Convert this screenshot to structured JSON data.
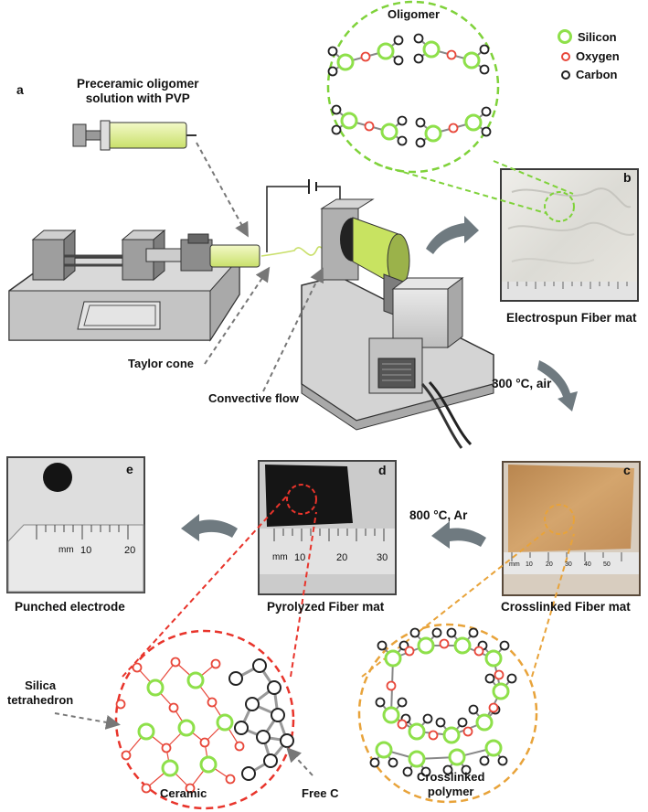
{
  "panel_letters": {
    "a": "a",
    "b": "b",
    "c": "c",
    "d": "d",
    "e": "e"
  },
  "labels": {
    "syringe_title": "Preceramic oligomer\nsolution with PVP",
    "taylor_cone": "Taylor cone",
    "convective_flow": "Convective flow",
    "electrospun": "Electrospun Fiber mat",
    "step_air": "300 °C, air",
    "step_ar": "800 °C, Ar",
    "crosslinked_mat": "Crosslinked Fiber mat",
    "pyrolyzed_mat": "Pyrolyzed Fiber mat",
    "punched": "Punched electrode",
    "oligomer": "Oligomer",
    "silica": "Silica\ntetrahedron",
    "ceramic": "Ceramic",
    "free_c": "Free C",
    "crosslinked_polymer": "Crosslinked\npolymer"
  },
  "legend": [
    {
      "name": "Silicon",
      "color": "#8ee04a"
    },
    {
      "name": "Oxygen",
      "color": "#e8473a"
    },
    {
      "name": "Carbon",
      "color": "#222222"
    }
  ],
  "ruler_labels": {
    "d": [
      "mm",
      "10",
      "20",
      "30"
    ],
    "e": [
      "mm",
      "10",
      "20"
    ],
    "c": [
      "mm",
      "10",
      "20",
      "30",
      "40",
      "50"
    ]
  },
  "colors": {
    "green_dash": "#7fd23a",
    "red_dash": "#e8342b",
    "orange_dash": "#e8a33a",
    "arrow_grey": "#6f7a80"
  }
}
